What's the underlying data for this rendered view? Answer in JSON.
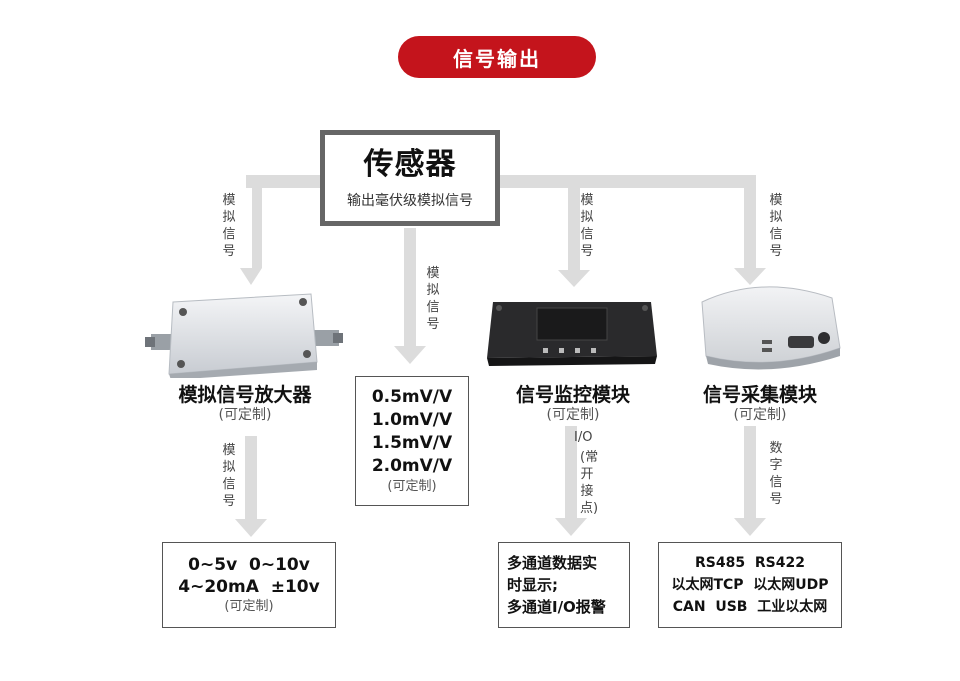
{
  "title": "信号输出",
  "sensor": {
    "title": "传感器",
    "subtitle": "输出毫伏级模拟信号"
  },
  "edges": {
    "amp_in": "模拟信号",
    "direct": "模拟信号",
    "monitor_in": "模拟信号",
    "collector_in": "模拟信号",
    "amp_out": "模拟信号",
    "monitor_out_a": "I/O",
    "monitor_out_b": "(常开接点)",
    "collector_out": "数字信号"
  },
  "products": [
    {
      "title": "模拟信号放大器",
      "subtitle": "(可定制)"
    },
    {
      "title": "信号监控模块",
      "subtitle": "(可定制)"
    },
    {
      "title": "信号采集模块",
      "subtitle": "(可定制)"
    }
  ],
  "outputs": {
    "amplifier": {
      "lines": [
        "0~5v  0~10v",
        "4~20mA  ±10v"
      ],
      "note": "(可定制)"
    },
    "direct": {
      "lines": [
        "0.5mV/V",
        "1.0mV/V",
        "1.5mV/V",
        "2.0mV/V"
      ],
      "note": "(可定制)"
    },
    "monitor": {
      "lines": [
        "多通道数据实",
        "时显示;",
        "多通道I/O报警"
      ]
    },
    "collector": {
      "lines": [
        "RS485  RS422",
        "以太网TCP  以太网UDP",
        "CAN  USB  工业以太网"
      ]
    }
  },
  "colors": {
    "accent": "#c4141c",
    "arrow": "#dcdcdc",
    "border": "#666666"
  }
}
